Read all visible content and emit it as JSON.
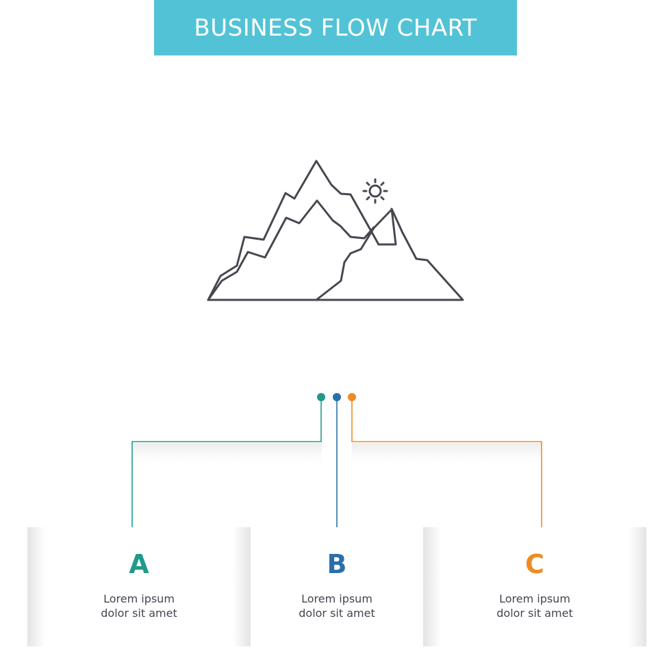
{
  "title": "BUSINESS FLOW CHART",
  "colors": {
    "banner": "#52c3d6",
    "teal": "#1f9a8a",
    "blue": "#2a6faa",
    "orange": "#ef8b22",
    "icon_stroke": "#4a4650"
  },
  "icon": "mountain-with-sun-icon",
  "steps": [
    {
      "letter": "A",
      "line1": "Lorem ipsum",
      "line2": "dolor sit amet",
      "color": "#1f9a8a"
    },
    {
      "letter": "B",
      "line1": "Lorem ipsum",
      "line2": "dolor sit amet",
      "color": "#2a6faa"
    },
    {
      "letter": "C",
      "line1": "Lorem ipsum",
      "line2": "dolor sit amet",
      "color": "#ef8b22"
    }
  ]
}
